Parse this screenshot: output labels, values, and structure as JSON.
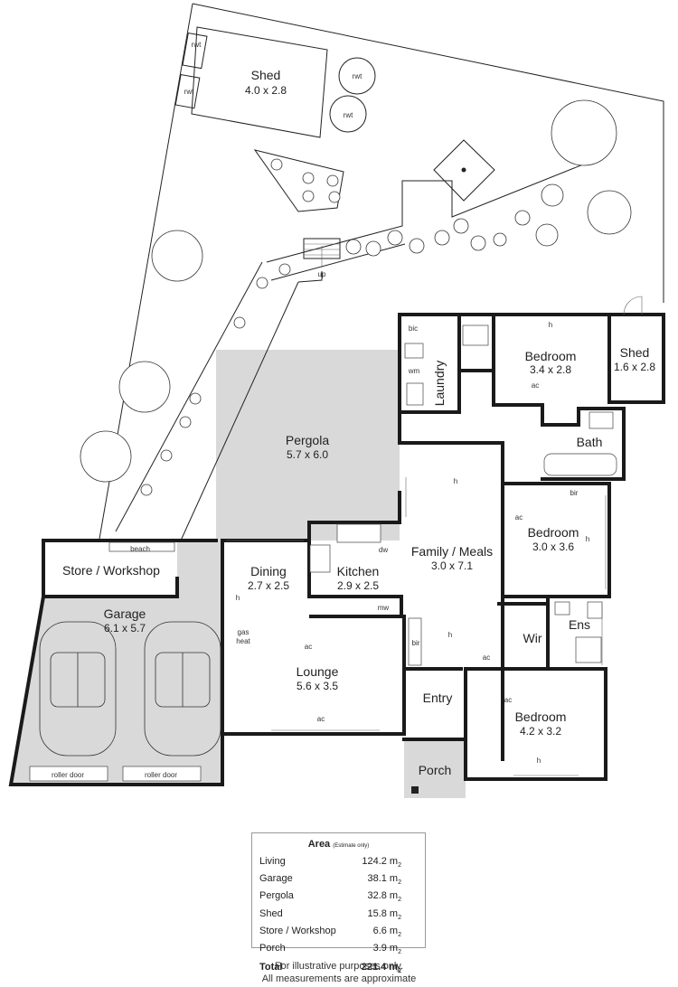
{
  "rooms": {
    "shed_yard": {
      "name": "Shed",
      "dims": "4.0 x 2.8"
    },
    "shed_side": {
      "name": "Shed",
      "dims": "1.6 x 2.8"
    },
    "pergola": {
      "name": "Pergola",
      "dims": "5.7 x 6.0"
    },
    "bedroom1": {
      "name": "Bedroom",
      "dims": "3.4 x 2.8"
    },
    "bedroom2": {
      "name": "Bedroom",
      "dims": "3.0 x 3.6"
    },
    "bedroom3": {
      "name": "Bedroom",
      "dims": "4.2 x 3.2"
    },
    "laundry": {
      "name": "Laundry"
    },
    "bath": {
      "name": "Bath"
    },
    "family": {
      "name": "Family / Meals",
      "dims": "3.0 x 7.1"
    },
    "store": {
      "name": "Store / Workshop"
    },
    "garage": {
      "name": "Garage",
      "dims": "6.1 x 5.7"
    },
    "dining": {
      "name": "Dining",
      "dims": "2.7 x 2.5"
    },
    "kitchen": {
      "name": "Kitchen",
      "dims": "2.9 x 2.5"
    },
    "lounge": {
      "name": "Lounge",
      "dims": "5.6 x 3.5"
    },
    "wir": {
      "name": "Wir"
    },
    "ens": {
      "name": "Ens"
    },
    "entry": {
      "name": "Entry"
    },
    "porch": {
      "name": "Porch"
    }
  },
  "fixtures": {
    "rwt": "rwt",
    "up": "up",
    "bic": "bic",
    "wm": "wm",
    "h": "h",
    "ac": "ac",
    "bir": "bir",
    "beach": "beach",
    "dw": "dw",
    "mw": "mw",
    "gas_heat_1": "gas",
    "gas_heat_2": "heat",
    "roller_door": "roller door"
  },
  "area": {
    "title": "Area",
    "note": "(Estimate only)",
    "rows": [
      {
        "label": "Living",
        "value": "124.2 m",
        "unit": "2"
      },
      {
        "label": "Garage",
        "value": "38.1 m",
        "unit": "2"
      },
      {
        "label": "Pergola",
        "value": "32.8 m",
        "unit": "2"
      },
      {
        "label": "Shed",
        "value": "15.8 m",
        "unit": "2"
      },
      {
        "label": "Store / Workshop",
        "value": "6.6 m",
        "unit": "2"
      },
      {
        "label": "Porch",
        "value": "3.9 m",
        "unit": "2"
      }
    ],
    "total": {
      "label": "Total",
      "value": "221.4 m",
      "unit": "2"
    }
  },
  "footnote": {
    "line1": "For illustrative purposes only.",
    "line2": "All measurements are approximate"
  }
}
